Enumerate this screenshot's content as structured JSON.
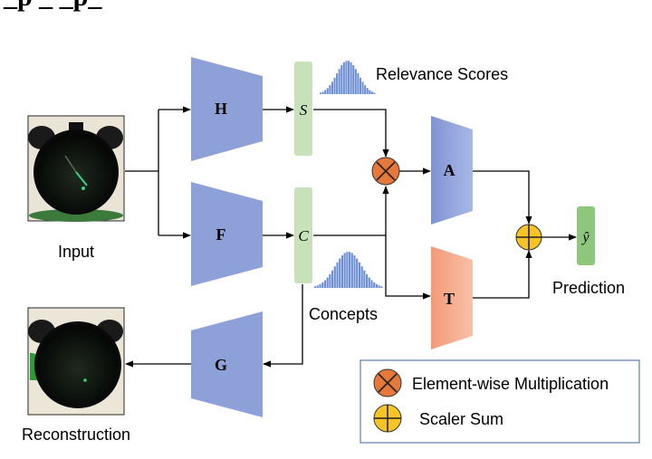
{
  "header": {
    "title_fragment": "_p      _      _p_"
  },
  "labels": {
    "input": "Input",
    "reconstruction": "Reconstruction",
    "relevance_scores": "Relevance Scores",
    "concepts": "Concepts",
    "prediction": "Prediction"
  },
  "modules": {
    "h": "H",
    "f": "F",
    "g": "G",
    "a": "A",
    "t": "T"
  },
  "vectors": {
    "s": "S",
    "c": "C",
    "y_hat": "ŷ"
  },
  "legend": {
    "multiplication": "Element-wise Multiplication",
    "sum": "Scaler Sum"
  },
  "colors": {
    "encoder_blue": "#8da0d8",
    "module_a_blue": "#8c9fd9",
    "module_t_salmon": "#f4a98a",
    "vector_green": "#c7e2b9",
    "output_green": "#8cc77c",
    "multiply_orange": "#e6783b",
    "sum_yellow": "#f7c325",
    "histogram_blue": "#6e8fd4",
    "legend_border": "#5a7fa8",
    "arrow": "#000000"
  },
  "icons": {
    "multiply": "circle-times-icon",
    "sum": "circle-plus-icon",
    "input_image": "alarm-clock-image",
    "reconstruction_image": "alarm-clock-image"
  }
}
